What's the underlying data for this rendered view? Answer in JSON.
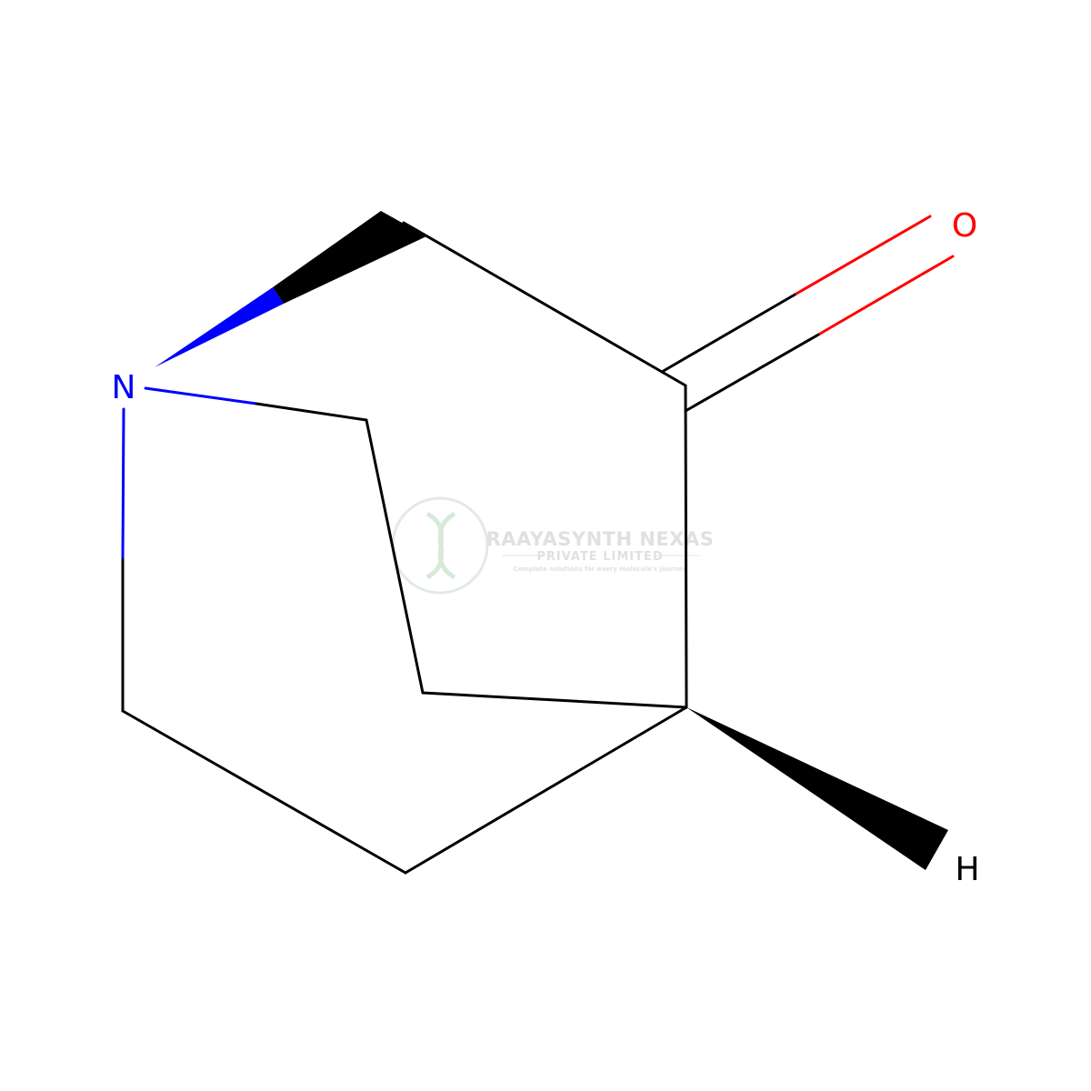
{
  "atoms": {
    "nitrogen": "N",
    "oxygen": "O",
    "hydrogen": "H"
  },
  "watermark": {
    "company": "RAAYASYNTH NEXAS",
    "subtitle": "PRIVATE LIMITED",
    "tagline": "Complete solutions for every molecule's journey"
  },
  "colors": {
    "bond": "#000000",
    "nitrogen": "#0000ff",
    "oxygen": "#ff0000",
    "watermark": "#c8c8c8",
    "watermark_logo": "#b8d8b8"
  }
}
